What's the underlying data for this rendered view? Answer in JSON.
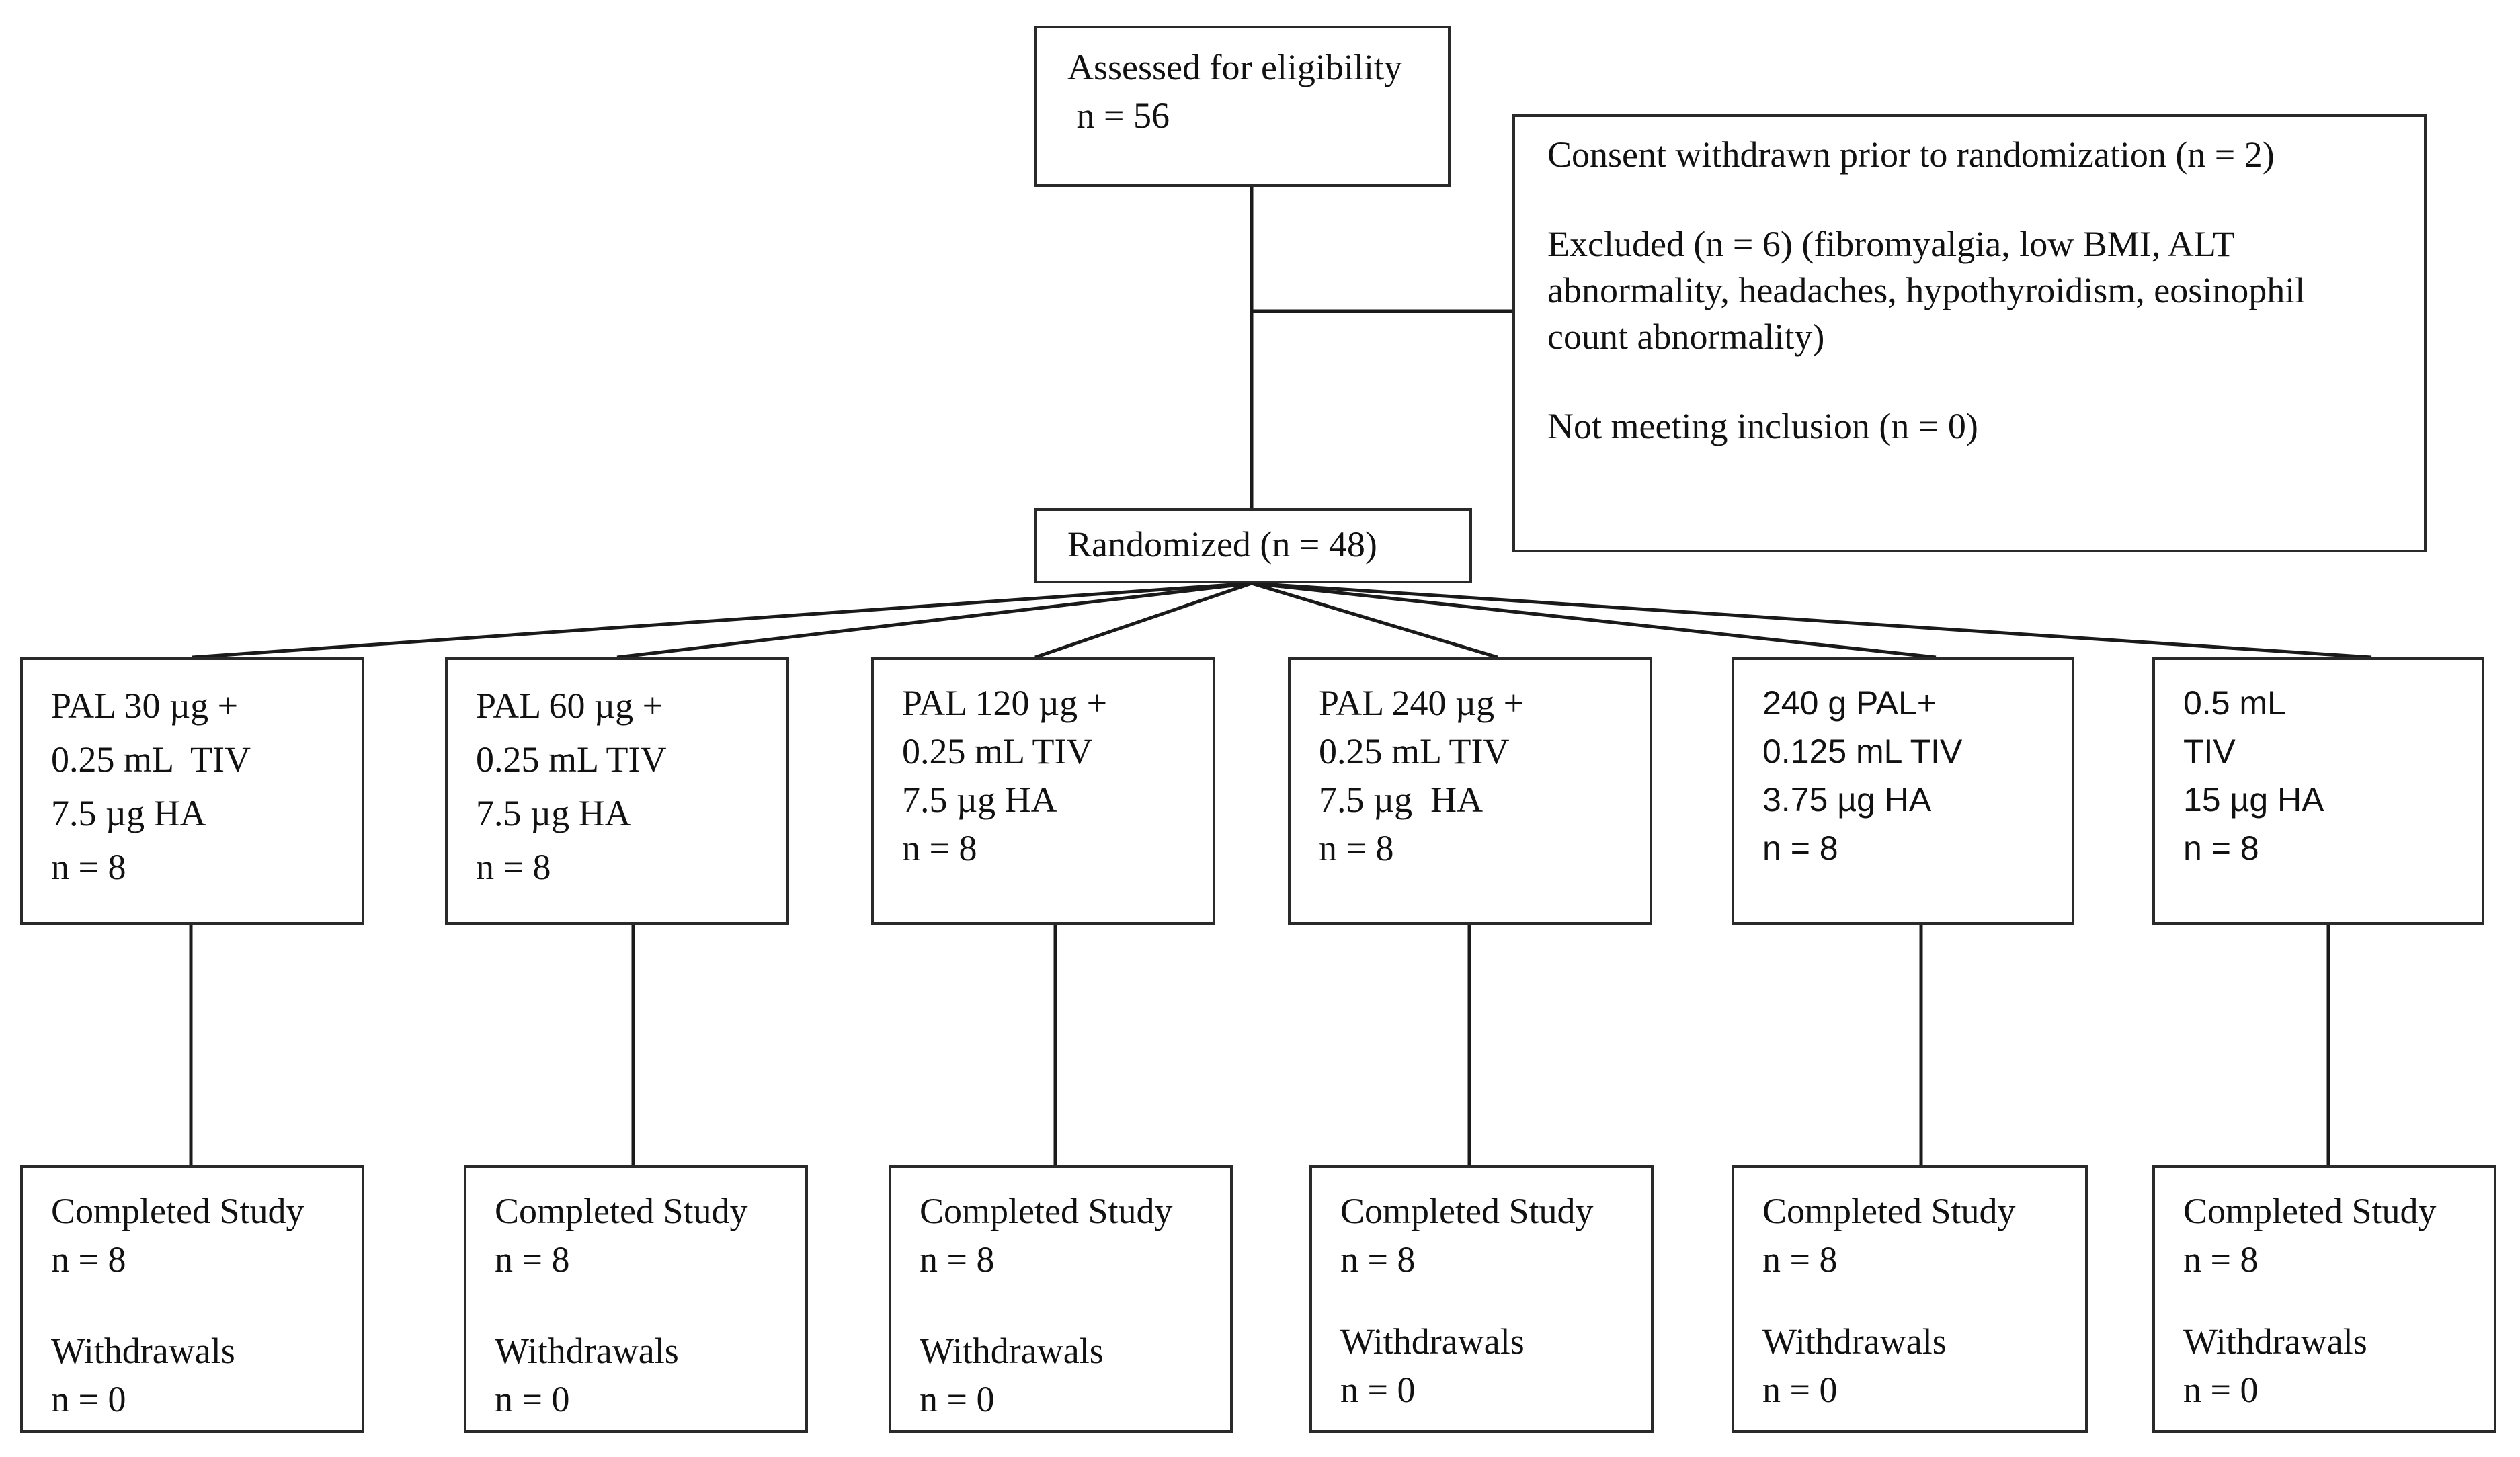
{
  "enrollment": {
    "assessed": [
      "Assessed for eligibility",
      " n = 56"
    ],
    "excluded": {
      "consent": "Consent withdrawn prior to randomization (n = 2)",
      "excluded_lines": [
        "Excluded (n = 6) (fibromyalgia, low BMI, ALT",
        "abnormality, headaches, hypothyroidism, eosinophil",
        "count abnormality)"
      ],
      "not_meeting": "Not meeting inclusion (n = 0)"
    },
    "randomized": "Randomized (n = 48)"
  },
  "arms": [
    {
      "lines": [
        "PAL 30 µg +",
        "0.25 mL  TIV",
        "7.5 µg HA",
        "n = 8"
      ]
    },
    {
      "lines": [
        "PAL 60 µg +",
        "0.25 mL TIV",
        "7.5 µg HA",
        "n = 8"
      ]
    },
    {
      "lines": [
        "PAL 120 µg +",
        "0.25 mL TIV",
        "7.5 µg HA",
        "n = 8"
      ]
    },
    {
      "lines": [
        "PAL 240 µg +",
        "0.25 mL TIV",
        "7.5 µg  HA",
        "n = 8"
      ]
    },
    {
      "lines": [
        "240 g PAL+",
        "0.125 mL TIV",
        "3.75 µg HA",
        "n = 8"
      ]
    },
    {
      "lines": [
        "0.5 mL",
        "TIV",
        "15 µg HA",
        "n = 8"
      ]
    }
  ],
  "outcomes": [
    {
      "completed": "Completed Study",
      "completed_n": "n = 8",
      "withdrawals": "Withdrawals",
      "withdrawals_n": "n = 0"
    },
    {
      "completed": "Completed Study",
      "completed_n": "n = 8",
      "withdrawals": "Withdrawals",
      "withdrawals_n": "n = 0"
    },
    {
      "completed": "Completed Study",
      "completed_n": "n = 8",
      "withdrawals": "Withdrawals",
      "withdrawals_n": "n = 0"
    },
    {
      "completed": "Completed Study",
      "completed_n": "n = 8",
      "withdrawals": "Withdrawals",
      "withdrawals_n": "n = 0"
    },
    {
      "completed": "Completed Study",
      "completed_n": "n = 8",
      "withdrawals": "Withdrawals",
      "withdrawals_n": "n = 0"
    },
    {
      "completed": "Completed Study",
      "completed_n": "n = 8",
      "withdrawals": "Withdrawals",
      "withdrawals_n": "n = 0"
    }
  ]
}
